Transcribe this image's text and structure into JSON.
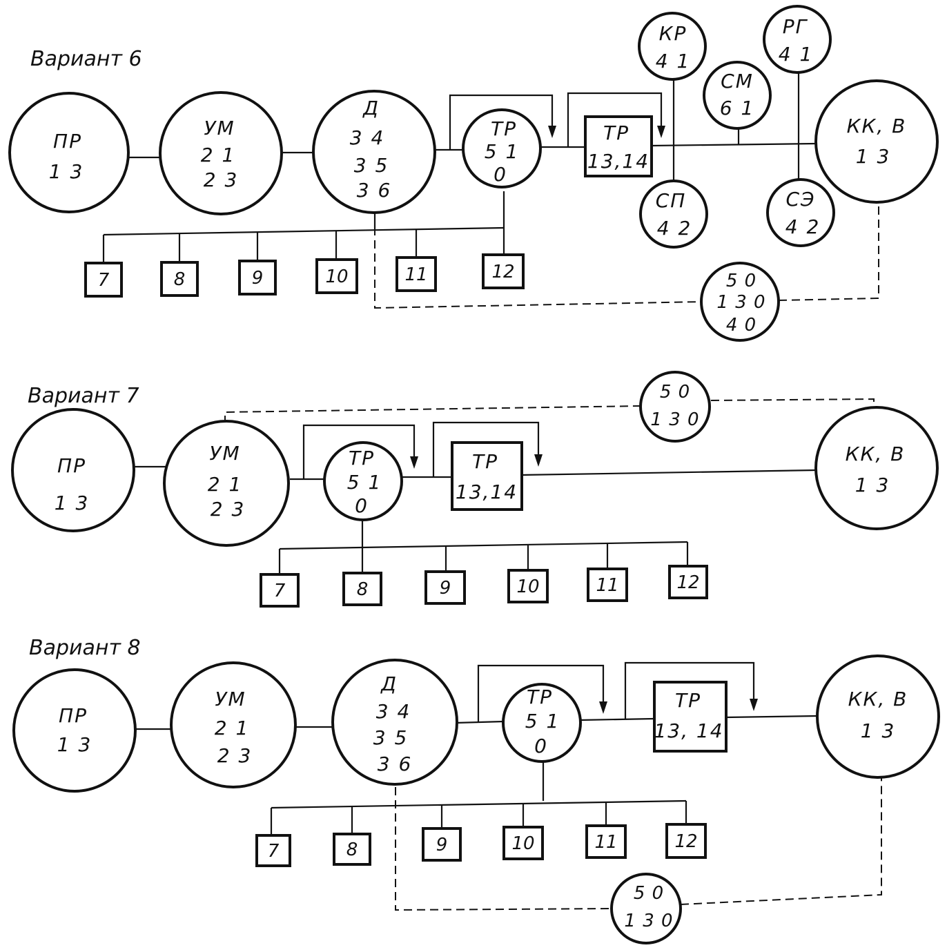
{
  "variant6": {
    "title": "Вариант 6",
    "pr": {
      "name": "ПР",
      "l1": "1 3"
    },
    "um": {
      "name": "УМ",
      "l1": "2 1",
      "l2": "2 3"
    },
    "d": {
      "name": "Д",
      "l1": "3 4",
      "l2": "3 5",
      "l3": "3 6"
    },
    "tr1": {
      "name": "ТР",
      "l1": "5 1",
      "l2": "0"
    },
    "tr2": {
      "name": "ТР",
      "l1": "13,14"
    },
    "kr": {
      "name": "КР",
      "l1": "4 1"
    },
    "sp": {
      "name": "СП",
      "l1": "4 2"
    },
    "sm": {
      "name": "СМ",
      "l1": "6 1"
    },
    "rg": {
      "name": "РГ",
      "l1": "4 1"
    },
    "se": {
      "name": "СЭ",
      "l1": "4 2"
    },
    "kk": {
      "name": "КК, В",
      "l1": "1 3"
    },
    "ctrl": {
      "l1": "5 0",
      "l2": "1 3 0",
      "l3": "4 0"
    },
    "boxes": [
      "7",
      "8",
      "9",
      "10",
      "11",
      "12"
    ]
  },
  "variant7": {
    "title": "Вариант 7",
    "pr": {
      "name": "ПР",
      "l1": "1 3"
    },
    "um": {
      "name": "УМ",
      "l1": "2 1",
      "l2": "2 3"
    },
    "tr1": {
      "name": "ТР",
      "l1": "5 1",
      "l2": "0"
    },
    "tr2": {
      "name": "ТР",
      "l1": "13,14"
    },
    "kk": {
      "name": "КК, В",
      "l1": "1 3"
    },
    "ctrl": {
      "l1": "5 0",
      "l2": "1 3 0"
    },
    "boxes": [
      "7",
      "8",
      "9",
      "10",
      "11",
      "12"
    ]
  },
  "variant8": {
    "title": "Вариант 8",
    "pr": {
      "name": "ПР",
      "l1": "1 3"
    },
    "um": {
      "name": "УМ",
      "l1": "2 1",
      "l2": "2 3"
    },
    "d": {
      "name": "Д",
      "l1": "3 4",
      "l2": "3 5",
      "l3": "3 6"
    },
    "tr1": {
      "name": "ТР",
      "l1": "5 1",
      "l2": "0"
    },
    "tr2": {
      "name": "ТР",
      "l1": "13, 14"
    },
    "kk": {
      "name": "КК, В",
      "l1": "1 3"
    },
    "ctrl": {
      "l1": "5 0",
      "l2": "1 3 0"
    },
    "boxes": [
      "7",
      "8",
      "9",
      "10",
      "11",
      "12"
    ]
  }
}
